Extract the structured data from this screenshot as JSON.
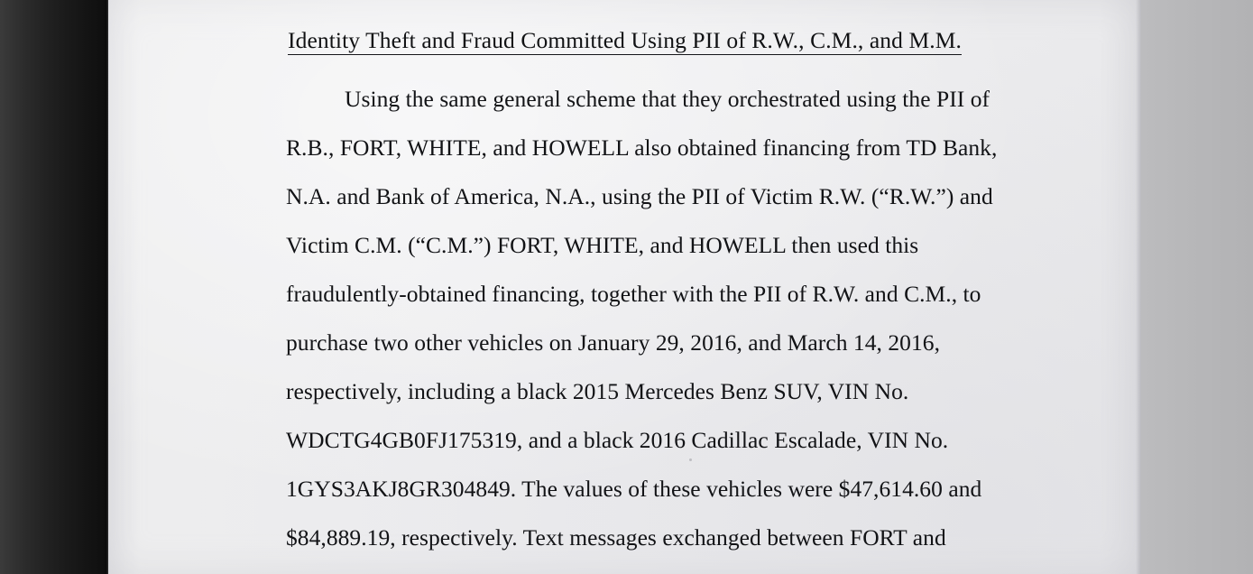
{
  "document": {
    "heading": "Identity Theft and Fraud Committed Using PII of R.W., C.M., and M.M.",
    "paragraph_lines": [
      "Using the same general scheme that they orchestrated using the PII of",
      "R.B., FORT, WHITE, and HOWELL also obtained financing from TD Bank,",
      "N.A. and Bank of America, N.A., using the PII of Victim R.W. (“R.W.”) and",
      "Victim C.M. (“C.M.”)  FORT, WHITE, and HOWELL then used this",
      "fraudulently-obtained financing, together with the PII of R.W. and C.M., to",
      "purchase two other vehicles on January 29, 2016, and March 14, 2016,",
      "respectively, including a black 2015 Mercedes Benz SUV, VIN No.",
      "WDCTG4GB0FJ175319, and a black 2016 Cadillac Escalade, VIN No.",
      "1GYS3AKJ8GR304849.  The values of these vehicles were $47,614.60 and",
      "$84,889.19, respectively.  Text messages exchanged between FORT and"
    ]
  },
  "appearance": {
    "paper_color": "#ededef",
    "ink_color": "#121316",
    "gutter_color": "#141414",
    "surface_color": "#b7b7b9"
  }
}
